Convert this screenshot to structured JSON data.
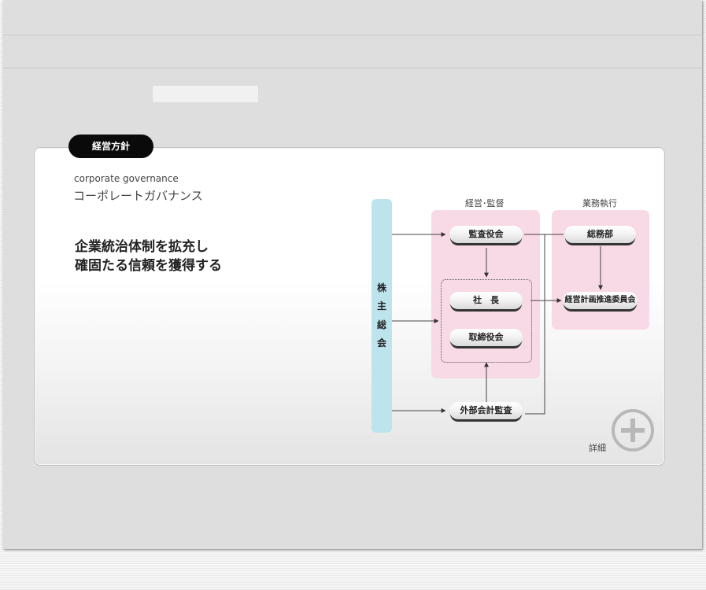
{
  "section": {
    "tab_label": "経営方針"
  },
  "page": {
    "english_title": "corporate governance",
    "japanese_title": "コーポレートガバナンス",
    "headline": [
      "企業統治体制を拡充し",
      "確固たる信頼を獲得する"
    ]
  },
  "diagram": {
    "shareholders": [
      "株",
      "主",
      "総",
      "会"
    ],
    "group_management_label": "経営･監督",
    "group_execution_label": "業務執行",
    "nodes": {
      "auditors": "監査役会",
      "president": "社　長",
      "board": "取締役会",
      "external_audit": "外部会計監査",
      "general_affairs": "総務部",
      "planning_committee": "経営計画推進委員会"
    }
  },
  "detail": {
    "label": "詳細",
    "icon": "plus-circle-icon"
  },
  "colors": {
    "shareholders_fill": "#bde3ec",
    "zone_fill": "#f8d9e6",
    "tab_fill": "#0a0a0a",
    "plus_icon": "#b8b8b8"
  }
}
